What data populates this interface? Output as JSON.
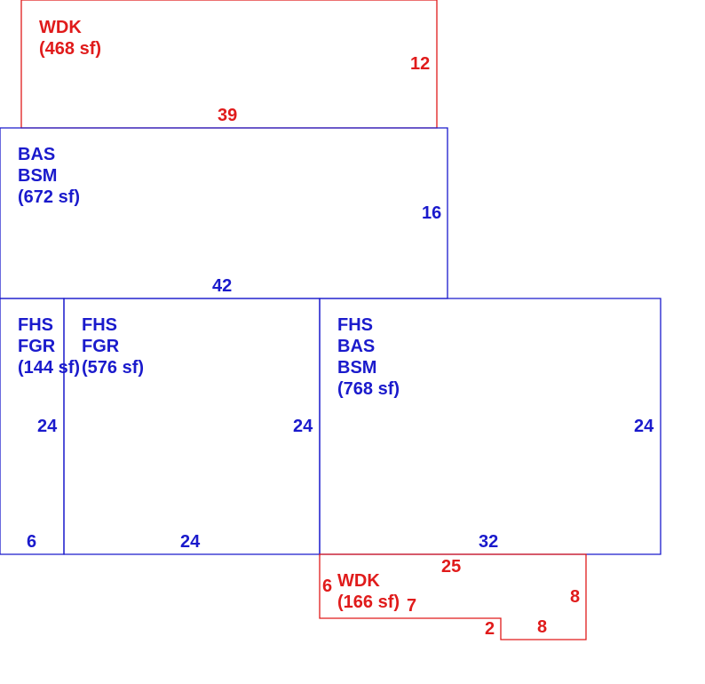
{
  "colors": {
    "living_area": "#1a1acc",
    "deck": "#e01b1b",
    "background": "#ffffff"
  },
  "areas": [
    {
      "id": "wdk-top",
      "codes": [
        "WDK"
      ],
      "area": "(468 sf)",
      "dims": [
        "12",
        "39"
      ],
      "color": "#e01b1b"
    },
    {
      "id": "bas-bsm-top",
      "codes": [
        "BAS",
        "BSM"
      ],
      "area": "(672 sf)",
      "dims": [
        "16",
        "42"
      ],
      "color": "#1a1acc"
    },
    {
      "id": "fhs-fgr-small",
      "codes": [
        "FHS",
        "FGR"
      ],
      "area": "(144 sf)",
      "dims": [
        "24",
        "6"
      ],
      "color": "#1a1acc"
    },
    {
      "id": "fhs-fgr-large",
      "codes": [
        "FHS",
        "FGR"
      ],
      "area": "(576 sf)",
      "dims": [
        "24",
        "24"
      ],
      "color": "#1a1acc"
    },
    {
      "id": "fhs-bas-bsm",
      "codes": [
        "FHS",
        "BAS",
        "BSM"
      ],
      "area": "(768 sf)",
      "dims": [
        "24",
        "32"
      ],
      "color": "#1a1acc"
    },
    {
      "id": "wdk-bottom",
      "codes": [
        "WDK"
      ],
      "area": "(166 sf)",
      "dims": [
        "25",
        "6",
        "7",
        "8",
        "2",
        "8"
      ],
      "color": "#e01b1b"
    }
  ]
}
